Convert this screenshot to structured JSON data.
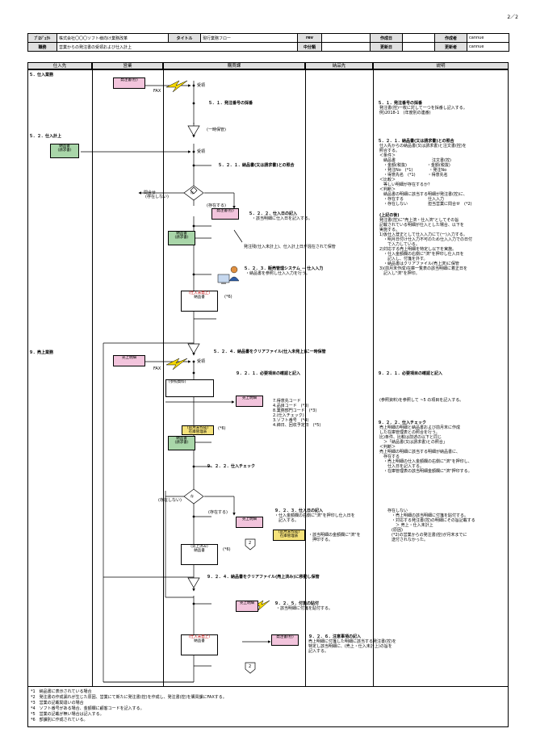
{
  "page_number": "2／2",
  "header": {
    "project_label": "ﾌﾟﾛｼﾞｪｸﾄ",
    "project_value": "株式会社〇〇〇ソフト様向け業務改革",
    "title_label": "タイトル",
    "title_value": "現行業務フロー",
    "rev_label": "rev",
    "rev_value": "",
    "created_date_label": "作成日",
    "created_date_value": "",
    "author_label": "作成者",
    "author_value": "cannue",
    "category_label": "職務",
    "category_value": "営業からの発注書の受領および仕入計上",
    "subcategory_label": "中分類",
    "subcategory_value": "",
    "updated_date_label": "更新日",
    "updated_date_value": "",
    "updater_label": "更新者",
    "updater_value": "cannue"
  },
  "columns": [
    "仕入先",
    "営業",
    "購買課",
    "納品先",
    "説明"
  ],
  "left_sections": {
    "s5": "５．仕入業務",
    "s52": "５．２．仕入計上",
    "s9": "９．売上業務"
  },
  "docs": {
    "order_receipt": "発注書(控)",
    "invoice_copy": "納品書\n(請求書)",
    "invoice_copy2": "納品書\n(請求書)",
    "order_receipt2": "発注書(控)",
    "sales_slip": "売上明細",
    "ref_docs": "(参照資料)",
    "sales_detail": "売上明細",
    "prev_month": "(前月末作成)\n在庫管理表",
    "invoice3": "納品書\n(請求書)",
    "sales_detail2": "売上明細",
    "stock_table": "(前月末作成)\n在庫管理表",
    "sales_detail3": "売上明細",
    "order_receipt3": "発注書(控)",
    "file1_title": "(仕入未発上)",
    "file1_sub": "納品書",
    "file2_title": "(売上済み)",
    "file2_sub": "納品書",
    "file3_title": "(仕入未発上)",
    "file3_sub": "納品書"
  },
  "flow": {
    "fax1": "FAX",
    "fax2": "FAX",
    "receive1": "受領",
    "receive2": "受領",
    "receive3": "受領",
    "s51_title": "５．１．発注番号の採番",
    "temp_hold": "(一時保管)",
    "s521_title": "５．２．１．納品書(又は請求書)との照合",
    "no_exist_label": "(存在しない)",
    "inquiry": "問合せ",
    "exist_label": "(存在する)",
    "diamond1_text": "存",
    "s522_title": "５．２．２．仕入日の記入",
    "s522_desc": "・該当明細に仕入日を記入する。",
    "store_note": "発注残(仕入未計上)、仕入計上日が混在されて保管",
    "s523_title": "５．２．３．販売管理システム － 仕入入力",
    "s523_desc": "・納品書を参照し仕入入力を行う。",
    "note6a": "(*6)",
    "s524_title": "５．２．４．納品書をクリアファイル(仕入未発上)に一時保管",
    "s921_title": "９．２．１．必要項目の確認と記入",
    "fields": [
      "7.得意先コード",
      "4.品目コード　(*3)",
      "8.業務部門コード　(*3)",
      "2.(仕入チェック)",
      "3.ソフト番号　(*4)",
      "4.締日、回収予定日　(*5)"
    ],
    "note6b": "(*6)",
    "s922_title": "９．２．２．仕入チェック",
    "no_exist2": "(存在しない)",
    "diamond2_text": "存",
    "exist2": "(存在する)",
    "s923_title": "９．２．３．仕入日の記入",
    "s923_desc1": "・仕入金額欄の右側に\"済\"を押印し仕入日を",
    "s923_desc2": "　記入する。",
    "s923_desc3": "・該当明細の金額欄に\"済\"を",
    "s923_desc4": "　押印する。",
    "connector2a": "2",
    "note6c": "(*6)",
    "s924_title": "９．２．４．納品書をクリアファイル(売上済み)に移動し保管",
    "s925_title": "９．２．５．付箋の貼付",
    "s925_desc": "・該当明細に付箋を貼付する。",
    "s926_title": "９．２．６．注意事項の記入",
    "s926_desc1": "売上明細に付箋した明細に該当する発注書(控)を",
    "s926_desc2": "特定し該当明細に、(売上・仕入未計上)の旨を",
    "s926_desc3": "記入する。",
    "connector2b": "2"
  },
  "explanations": {
    "e51_title": "５．１．発注番号の採番",
    "e51_lines": [
      "発注書(控)一枚に対して一つを採番し記入する。",
      "例)2018-1　(年度別の連番)"
    ],
    "e521_title": "５．２．１．納品書(又は請求書)との照合",
    "e521_lines": [
      "仕入先からの納品書(又は請求書)と注文書(控)を",
      "照合する。",
      "＜条件＞",
      "　納品書　　　　　　　　　注文書(控)",
      "　・金額(税抜)　　　　　・金額(税抜)",
      "　・発注No　(*1)　　　　・発注No",
      "　・得意先名　(*1)　　　・得意先名",
      "＜比較＞",
      "　等しい明細が存在するか？",
      "＜判断＞",
      "　納品書の明細に該当する明細が発注書(控)に、",
      "　・存在する　　　　　　仕入入力",
      "　・存在しない　　　　　担当営業に問合せ　(*2)"
    ],
    "e_upper_title": "(上記の後)",
    "e_upper_lines": [
      "発注書(控)に\"売上済・仕入済\"としてその旨",
      "記載されている明細が仕入とした場合、以下を",
      "実施する。",
      "1)仮仕入登正として仕入入力にて(一)入力する。",
      "　・明月日付け仕入力不可のため仕入入力での日付",
      "　　で入力している。",
      "2)対応する売上明細を特定し以下を実施。",
      "　・仕入金額欄の右側に\"済\"を押印し仕入日を",
      "　　記入し、付箋を外す。",
      "　・納品書はクリアファイル(売上済)に保管",
      "3)(前月末作成)在庫一覧表の該当明細に着正日を",
      "　記入し\"済\"を押印。"
    ],
    "e921_title": "９．２．１．必要項目の確認と記入",
    "e921_lines": [
      "(参照資料)を参照して ~5 の項目を記入する。"
    ],
    "e922_title": "９．２．２．仕入チェック",
    "e922_lines": [
      "売上明細の明細と納品書および前月末に作成",
      "した在庫管理表との照合を行う。",
      "比)条件、比較は前述の以下と同じ",
      "　＞「納品書(又は請求書)との照合」",
      "＜判断＞",
      "売上明細の明細に該当する明細が納品書に、",
      "　存在する",
      "　・売上明細の仕入金額欄の右側に\"済\"を押印し、",
      "　　仕入日を記入する。",
      "　・在庫管理表の該当明細金額欄に\"済\"押印する。"
    ],
    "e_noexist_lines": [
      "存在しない",
      "　・売上明細の該当明細に付箋を貼付する。",
      "　・対応する発注書(控)の明細にその旨記載する",
      "　　＞ 売上・仕入未計上",
      "　(原因)",
      "　(*2)の営業からの発注書(控)が月末までに",
      "　送付されなかった。"
    ]
  },
  "footnotes": [
    "*1　納品書に表示されている場合",
    "*2　発注書の作成漏れが生じた原因、営業にて新たに発注書(控)を作成し、発注書(控)を購買課にFAXする。",
    "*3　営業の記載間違いの場合",
    "*4　ソフト番号がある場合、金額欄に顧客コードを記入する。",
    "*5　営業の記載が無い場合は記入する。",
    "*6　部課別に作成されている。"
  ],
  "colors": {
    "doc_pink": "#f2c4dc",
    "doc_green": "#a9d6a9",
    "doc_yellow": "#f5e27a",
    "fax_bolt": "#f5d800",
    "header_gray": "#e0e0e0"
  }
}
